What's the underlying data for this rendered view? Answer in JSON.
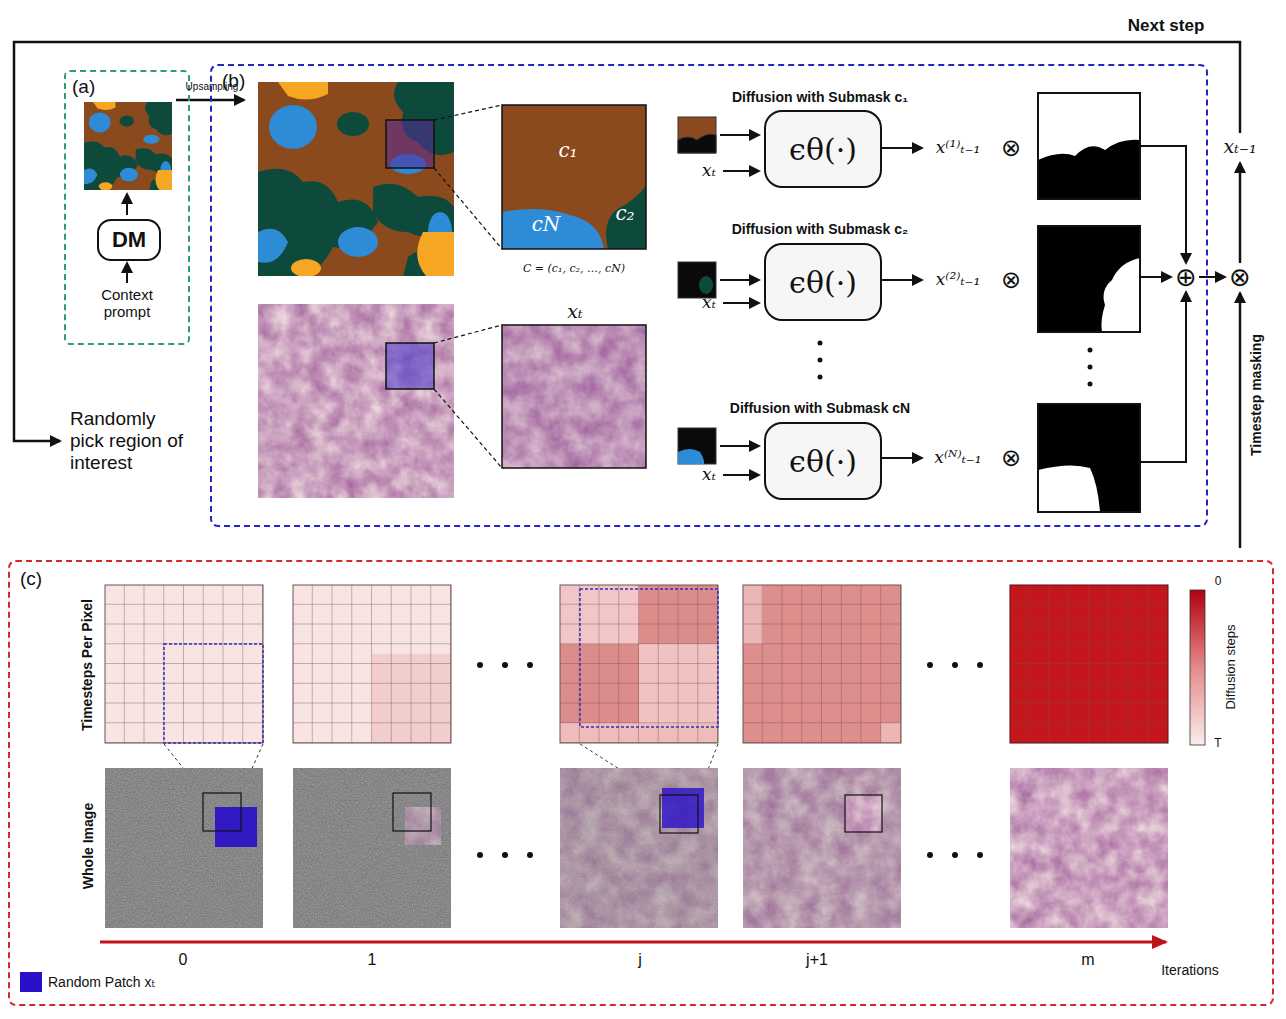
{
  "diagram": {
    "nodes": [
      {
        "text": [
          "(a)"
        ]
      },
      {
        "text": [
          "DM"
        ],
        "in": 0
      },
      {
        "text": [
          "(b)"
        ]
      },
      {
        "text": [
          "ϵθ(·)"
        ],
        "in": 2
      },
      {
        "text": [
          "ϵθ(·)"
        ],
        "in": 2
      },
      {
        "text": [
          "ϵθ(·)"
        ],
        "in": 2
      },
      {
        "text": [
          "(c)"
        ]
      }
    ],
    "labels": [
      "Next step",
      "Upsampling",
      "Context prompt",
      "c₁",
      "c₂",
      "cN",
      "C = (c₁, c₂, …, cN)",
      "xₜ",
      "Randomly pick region of interest",
      "Diffusion with Submask c₁",
      "xₜ",
      "x⁽¹⁾ₜ₋₁",
      "⊗",
      "Diffusion with Submask c₂",
      "xₜ",
      "x⁽²⁾ₜ₋₁",
      "⊗",
      "Diffusion with Submask cN",
      "xₜ",
      "x⁽ᴺ⁾ₜ₋₁",
      "⊗",
      "⊕",
      "⊗",
      "xₜ₋₁",
      "Timestep masking",
      "Timesteps Per Pixel",
      "Whole Image",
      "0",
      "1",
      "j",
      "j+1",
      "m",
      "Iterations",
      "0",
      "T",
      "Diffusion steps"
    ],
    "legend": [
      {
        "text": "Random Patch xₜ",
        "color": "#2a10c8"
      }
    ]
  }
}
